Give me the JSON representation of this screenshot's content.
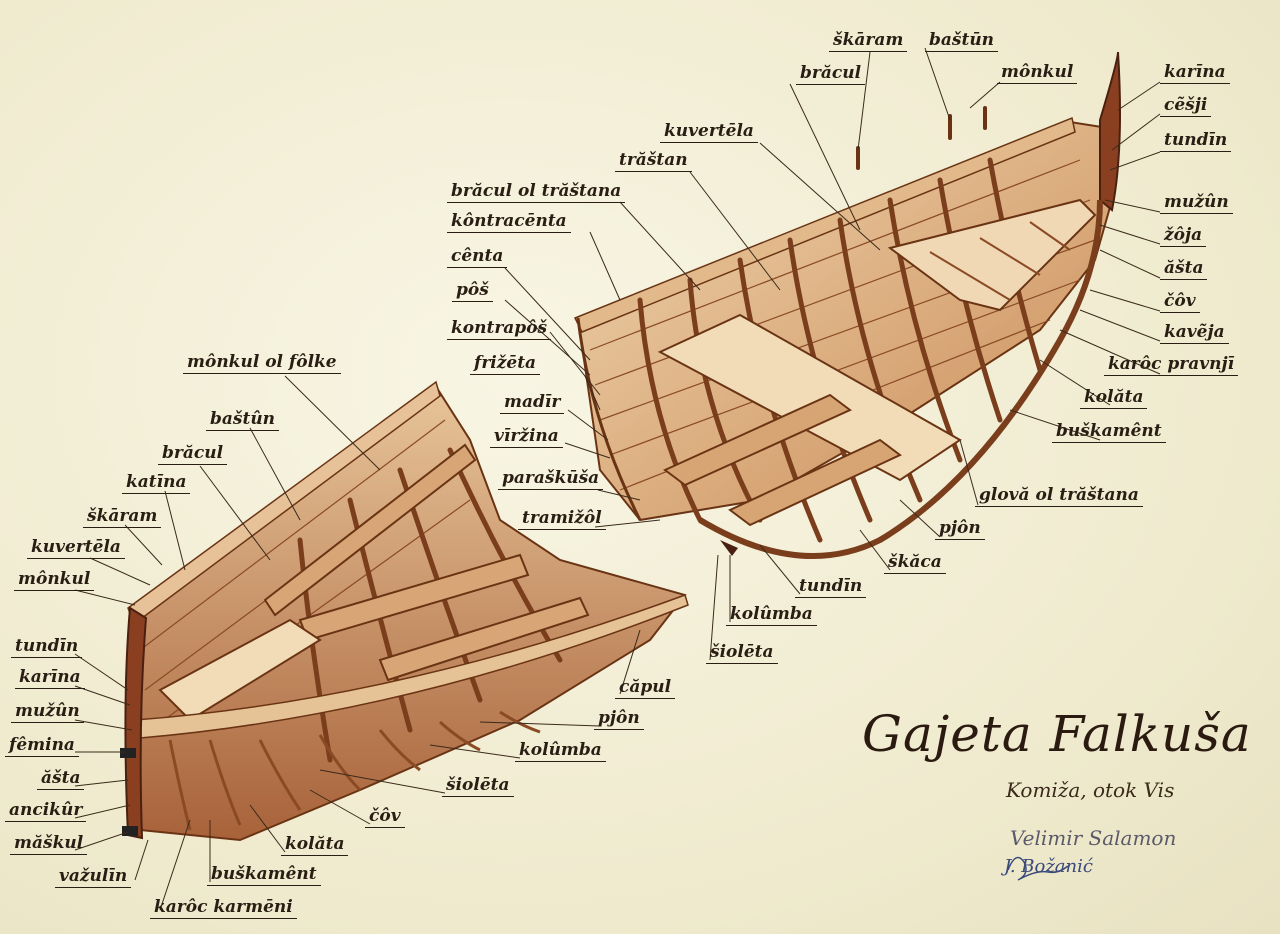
{
  "title": "Gajeta Falkuša",
  "subtitle": "Komiža, otok Vis",
  "signatures": [
    "Velimir Salamon",
    "J. Božanić"
  ],
  "colors": {
    "paper": "#f4f0dc",
    "wood_light": "#e9c9a0",
    "wood_mid": "#c98f5a",
    "wood_dark": "#7a3e1c",
    "ink": "#2a1e14"
  },
  "labels_right": [
    "škāram",
    "baštūn",
    "brăcul",
    "mônkul",
    "karīna",
    "cẽšji",
    "tundīn",
    "kuvertēla",
    "trăštan",
    "brăcul ol trăštana",
    "kôntracēnta",
    "cênta",
    "pôš",
    "kontrapôš",
    "frižēta",
    "madīr",
    "vīržina",
    "paraškūša",
    "tramižôl",
    "mužûn",
    "žôja",
    "ăšta",
    "čôv",
    "kavẽja",
    "karôc pravnjī",
    "kolăta",
    "buškamênt",
    "glovă ol trăštana",
    "pjôn",
    "škăca",
    "tundīn",
    "kolûmba",
    "šiolēta"
  ],
  "labels_left": [
    "mônkul ol fôlke",
    "baštûn",
    "brăcul",
    "katīna",
    "škāram",
    "kuvertēla",
    "mônkul",
    "tundīn",
    "karīna",
    "mužûn",
    "fêmina",
    "ăšta",
    "ancikûr",
    "măškul",
    "važulīn",
    "karôc karmēni",
    "buškamênt",
    "kolăta",
    "čôv",
    "šiolēta",
    "kolûmba",
    "pjôn",
    "căpul"
  ]
}
